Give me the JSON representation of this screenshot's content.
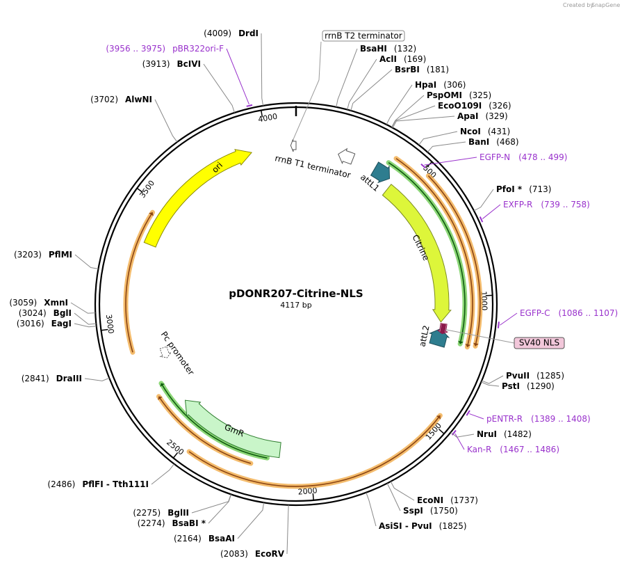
{
  "credit": {
    "text": "Created by",
    "brand": "SnapGene"
  },
  "plasmid": {
    "name": "pDONR207-Citrine-NLS",
    "size_label": "4117 bp",
    "length": 4117
  },
  "ticks": [
    {
      "pos": 500,
      "label": "500"
    },
    {
      "pos": 1000,
      "label": "1000"
    },
    {
      "pos": 1500,
      "label": "1500"
    },
    {
      "pos": 2000,
      "label": "2000"
    },
    {
      "pos": 2500,
      "label": "2500"
    },
    {
      "pos": 3000,
      "label": "3000"
    },
    {
      "pos": 3500,
      "label": "3500"
    },
    {
      "pos": 4000,
      "label": "4000"
    }
  ],
  "restriction_sites": [
    {
      "name": "DrdI",
      "pos": 4009,
      "pos_text": "(4009)"
    },
    {
      "name": "BcIVI",
      "pos": 3913,
      "pos_text": "(3913)"
    },
    {
      "name": "AlwNI",
      "pos": 3702,
      "pos_text": "(3702)"
    },
    {
      "name": "BsaHI",
      "pos": 132,
      "pos_text": "(132)"
    },
    {
      "name": "AclI",
      "pos": 169,
      "pos_text": "(169)"
    },
    {
      "name": "BsrBI",
      "pos": 181,
      "pos_text": "(181)"
    },
    {
      "name": "HpaI",
      "pos": 306,
      "pos_text": "(306)"
    },
    {
      "name": "PspOMI",
      "pos": 325,
      "pos_text": "(325)"
    },
    {
      "name": "EcoO109I",
      "pos": 326,
      "pos_text": "(326)"
    },
    {
      "name": "ApaI",
      "pos": 329,
      "pos_text": "(329)"
    },
    {
      "name": "NcoI",
      "pos": 431,
      "pos_text": "(431)"
    },
    {
      "name": "BanI",
      "pos": 468,
      "pos_text": "(468)"
    },
    {
      "name": "PfoI *",
      "pos": 713,
      "pos_text": "(713)"
    },
    {
      "name": "PvuII",
      "pos": 1285,
      "pos_text": "(1285)"
    },
    {
      "name": "PstI",
      "pos": 1290,
      "pos_text": "(1290)"
    },
    {
      "name": "NruI",
      "pos": 1482,
      "pos_text": "(1482)"
    },
    {
      "name": "EcoNI",
      "pos": 1737,
      "pos_text": "(1737)"
    },
    {
      "name": "SspI",
      "pos": 1750,
      "pos_text": "(1750)"
    },
    {
      "name": "AsiSI  - PvuI",
      "pos": 1825,
      "pos_text": "(1825)"
    },
    {
      "name": "EcoRV",
      "pos": 2083,
      "pos_text": "(2083)"
    },
    {
      "name": "BsaAI",
      "pos": 2164,
      "pos_text": "(2164)"
    },
    {
      "name": "BglII",
      "pos": 2275,
      "pos_text": "(2275)"
    },
    {
      "name": "BsaBI *",
      "pos": 2274,
      "pos_text": "(2274)"
    },
    {
      "name": "PflFI  - Tth111I",
      "pos": 2486,
      "pos_text": "(2486)"
    },
    {
      "name": "DraIII",
      "pos": 2841,
      "pos_text": "(2841)"
    },
    {
      "name": "EagI",
      "pos": 3016,
      "pos_text": "(3016)"
    },
    {
      "name": "BglI",
      "pos": 3024,
      "pos_text": "(3024)"
    },
    {
      "name": "XmnI",
      "pos": 3059,
      "pos_text": "(3059)"
    },
    {
      "name": "PflMI",
      "pos": 3203,
      "pos_text": "(3203)"
    }
  ],
  "primers": [
    {
      "name": "pBR322ori-F",
      "range": "(3956 .. 3975)",
      "start": 3956,
      "end": 3975
    },
    {
      "name": "EGFP-N",
      "range": "(478 .. 499)",
      "start": 478,
      "end": 499
    },
    {
      "name": "EXFP-R",
      "range": "(739 .. 758)",
      "start": 739,
      "end": 758
    },
    {
      "name": "EGFP-C",
      "range": "(1086 .. 1107)",
      "start": 1086,
      "end": 1107
    },
    {
      "name": "pENTR-R",
      "range": "(1389 .. 1408)",
      "start": 1389,
      "end": 1408
    },
    {
      "name": "Kan-R",
      "range": "(1467 .. 1486)",
      "start": 1467,
      "end": 1486
    }
  ],
  "features": [
    {
      "name": "ori",
      "type": "rep_origin",
      "color": "#FFFF00",
      "start": 3340,
      "end": 3930
    },
    {
      "name": "rrnB T1 terminator",
      "type": "terminator",
      "color": "#FFFFFF"
    },
    {
      "name": "rrnB T2 terminator",
      "type": "terminator",
      "color": "#FFFFFF"
    },
    {
      "name": "attL1",
      "type": "protein_bind",
      "color": "#2E7D8F"
    },
    {
      "name": "Citrine",
      "type": "CDS",
      "color": "#DDF63A",
      "start": 420,
      "end": 1140
    },
    {
      "name": "attL2",
      "type": "protein_bind",
      "color": "#2E7D8F"
    },
    {
      "name": "SV40 NLS",
      "type": "CDS",
      "color": "#F2C7DA"
    },
    {
      "name": "Pc promoter",
      "type": "promoter",
      "color": "#FFFFFF"
    },
    {
      "name": "GmR",
      "type": "CDS",
      "color": "#C9F5C9",
      "start": 2100,
      "end": 2640
    }
  ],
  "colors": {
    "backbone": "#000000",
    "primer": "#9932CC",
    "orf": "#F0A63C",
    "orf_inner": "#8B4513",
    "green_orf": "#66C84A",
    "green_orf_inner": "#0F5A0F"
  }
}
